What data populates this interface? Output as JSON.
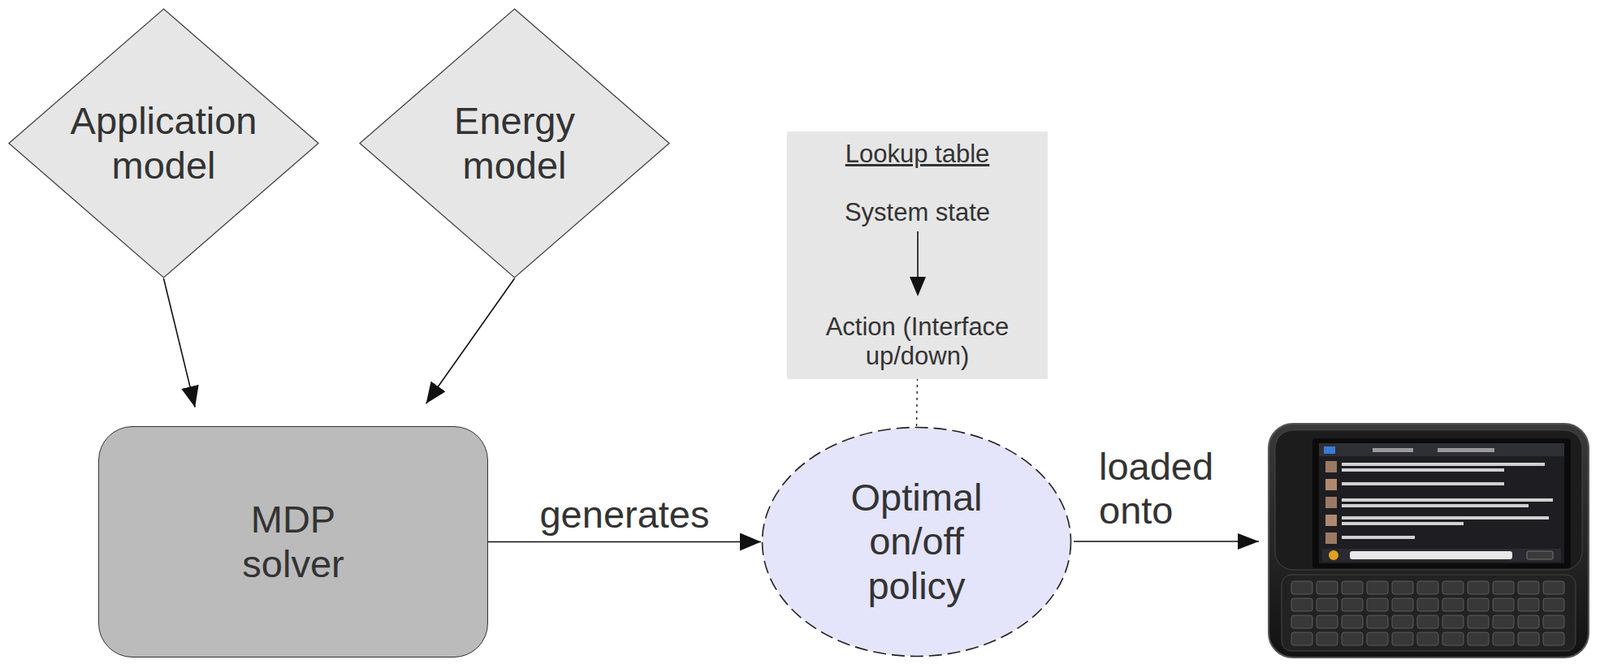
{
  "diagram": {
    "nodes": [
      {
        "text": [
          "Application model"
        ]
      },
      {
        "text": [
          "Energy model"
        ]
      },
      {
        "text": [
          "Lookup table",
          "System state",
          "Action (Interface up/down)"
        ]
      },
      {
        "text": [
          "MDP solver"
        ]
      },
      {
        "text": [
          "Optimal on/off policy"
        ]
      }
    ],
    "edges": [
      {
        "from": 0,
        "to": 3,
        "arrow": "to"
      },
      {
        "from": 1,
        "to": 3,
        "arrow": "to"
      },
      {
        "from": 3,
        "to": 4,
        "label": "generates",
        "arrow": "to"
      },
      {
        "from": 4,
        "to": 2,
        "arrow": "none"
      }
    ],
    "labels": [
      "loaded onto"
    ]
  }
}
